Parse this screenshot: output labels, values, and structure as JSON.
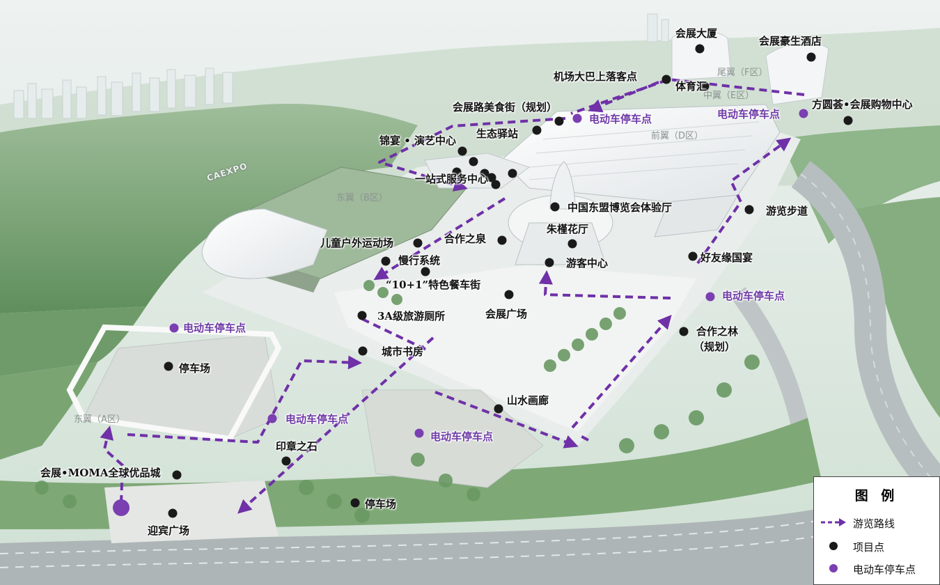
{
  "map": {
    "colors": {
      "route": "#6f30a8",
      "project_point": "#1a1a1a",
      "ev_stop": "#7a3fb0",
      "ev_label": "#6e3aa6",
      "zone_label": "#8a9590"
    },
    "zones": [
      {
        "label": "尾翼（F区）"
      },
      {
        "label": "中翼（E区）"
      },
      {
        "label": "前翼（D区）"
      },
      {
        "label": "东翼（B区）"
      },
      {
        "label": "东翼（A区）"
      }
    ],
    "logo_text": "CAEXPO",
    "project_points": [
      {
        "label": "会展大厦"
      },
      {
        "label": "会展豪生酒店"
      },
      {
        "label": "机场大巴上落客点"
      },
      {
        "label": "体育汇"
      },
      {
        "label": "方圆荟•会展购物中心"
      },
      {
        "label": "会展路美食街（规划）"
      },
      {
        "label": "生态驿站"
      },
      {
        "label": "锦宴 • 演艺中心"
      },
      {
        "label": "一站式服务中心"
      },
      {
        "label": "中国东盟博览会体验厅"
      },
      {
        "label": "游览步道"
      },
      {
        "label": "朱槿花厅"
      },
      {
        "label": "合作之泉"
      },
      {
        "label": "儿童户外运动场"
      },
      {
        "label": "慢行系统"
      },
      {
        "label": "游客中心"
      },
      {
        "label": "好友缘国宴"
      },
      {
        "label": "“10+1”特色餐车街"
      },
      {
        "label": "会展广场"
      },
      {
        "label": "3A级旅游厕所"
      },
      {
        "label": "合作之林"
      },
      {
        "label": "（规划）"
      },
      {
        "label": "城市书房"
      },
      {
        "label": "停车场"
      },
      {
        "label": "山水画廊"
      },
      {
        "label": "印章之石"
      },
      {
        "label": "会展•MOMA全球优品城"
      },
      {
        "label": "停车场"
      },
      {
        "label": "迎宾广场"
      }
    ],
    "ev_stops": [
      {
        "label": "电动车停车点"
      },
      {
        "label": "电动车停车点"
      },
      {
        "label": "电动车停车点"
      },
      {
        "label": "电动车停车点"
      },
      {
        "label": "电动车停车点"
      },
      {
        "label": "电动车停车点"
      }
    ]
  },
  "legend": {
    "title": "图  例",
    "items": [
      {
        "label": "游览路线",
        "symbol": "dashed-arrow"
      },
      {
        "label": "项目点",
        "symbol": "black-dot"
      },
      {
        "label": "电动车停车点",
        "symbol": "purple-dot"
      }
    ]
  }
}
